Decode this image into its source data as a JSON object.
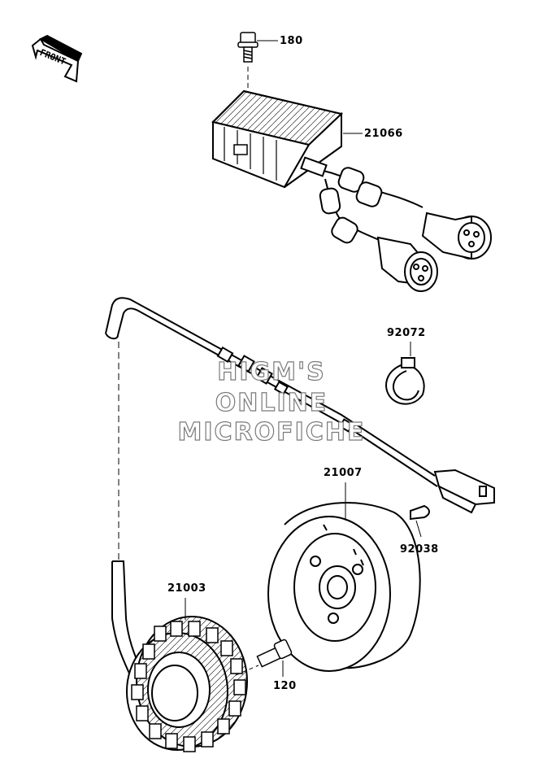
{
  "labels": {
    "p180": "180",
    "p21066": "21066",
    "p92072": "92072",
    "p21007": "21007",
    "p92038": "92038",
    "p21003": "21003",
    "p120": "120"
  },
  "front_arrow": "FRONT",
  "watermark": [
    "HIGM'S",
    "ONLINE",
    "MICROFICHE"
  ],
  "colors": {
    "line": "#000000",
    "watermark_outline": "#7a7a7a"
  }
}
